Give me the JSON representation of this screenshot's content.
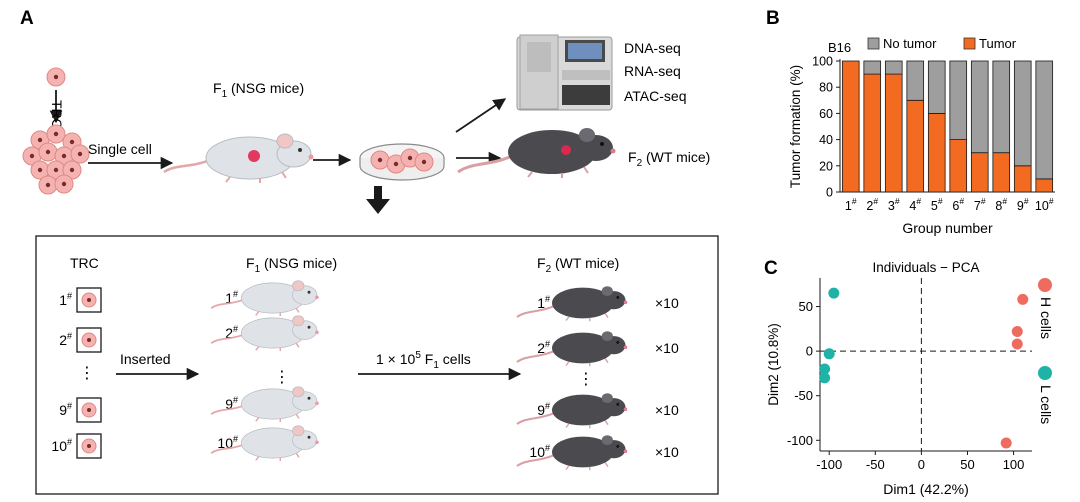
{
  "panel_a": {
    "letter": "A",
    "trc": "TRC",
    "single_cell": "Single cell",
    "f1_title": "F",
    "f1_sub": "1",
    "f1_rest": " (NSG mice)",
    "seq": [
      "DNA-seq",
      "RNA-seq",
      "ATAC-seq"
    ],
    "f2_title": "F",
    "f2_sub": "2",
    "f2_rest": " (WT mice)",
    "box": {
      "trc": "TRC",
      "f1_head": "F",
      "f1_sub": "1",
      "f1_rest": " (NSG mice)",
      "f2_head": "F",
      "f2_sub": "2",
      "f2_rest": " (WT mice)",
      "rows": [
        {
          "n": "1",
          "mult": "×10"
        },
        {
          "n": "2",
          "mult": "×10"
        },
        {
          "n": "9",
          "mult": "×10"
        },
        {
          "n": "10",
          "mult": "×10"
        }
      ],
      "hash": "#",
      "ellipsis": "⋮",
      "inserted": "Inserted",
      "cells_pre": "1 × 10",
      "cells_exp": "5",
      "cells_mid": " F",
      "cells_sub": "1",
      "cells_post": " cells"
    }
  },
  "panel_b": {
    "letter": "B"
  },
  "panel_c": {
    "letter": "C"
  },
  "colors": {
    "tumor": "#f26b21",
    "no_tumor": "#9e9e9e",
    "h_cells": "#ee6b5f",
    "l_cells": "#1fb3a8"
  },
  "chart_data": [
    {
      "type": "bar",
      "title": "B16",
      "xlabel": "Group number",
      "ylabel": "Tumor formation (%)",
      "ylim": [
        0,
        100
      ],
      "yticks": [
        0,
        20,
        40,
        60,
        80,
        100
      ],
      "categories": [
        "1",
        "2",
        "3",
        "4",
        "5",
        "6",
        "7",
        "8",
        "9",
        "10"
      ],
      "category_suffix": "#",
      "stacked": true,
      "legend_position": "top",
      "series": [
        {
          "name": "No tumor",
          "values": [
            0,
            10,
            10,
            30,
            40,
            60,
            70,
            70,
            80,
            90
          ]
        },
        {
          "name": "Tumor",
          "values": [
            100,
            90,
            90,
            70,
            60,
            40,
            30,
            30,
            20,
            10
          ]
        }
      ]
    },
    {
      "type": "scatter",
      "title": "Individuals − PCA",
      "xlabel": "Dim1 (42.2%)",
      "ylabel": "Dim2 (10.8%)",
      "xlim": [
        -110,
        120
      ],
      "ylim": [
        -112,
        82
      ],
      "xticks": [
        -100,
        -50,
        0,
        50,
        100
      ],
      "yticks": [
        50,
        0,
        -50,
        -100
      ],
      "legend_position": "right",
      "series": [
        {
          "name": "H cells",
          "points": [
            [
              110,
              58
            ],
            [
              104,
              22
            ],
            [
              104,
              8
            ],
            [
              92,
              -103
            ]
          ]
        },
        {
          "name": "L cells",
          "points": [
            [
              -95,
              65
            ],
            [
              -100,
              -3
            ],
            [
              -105,
              -20
            ],
            [
              -105,
              -30
            ]
          ]
        }
      ]
    }
  ]
}
